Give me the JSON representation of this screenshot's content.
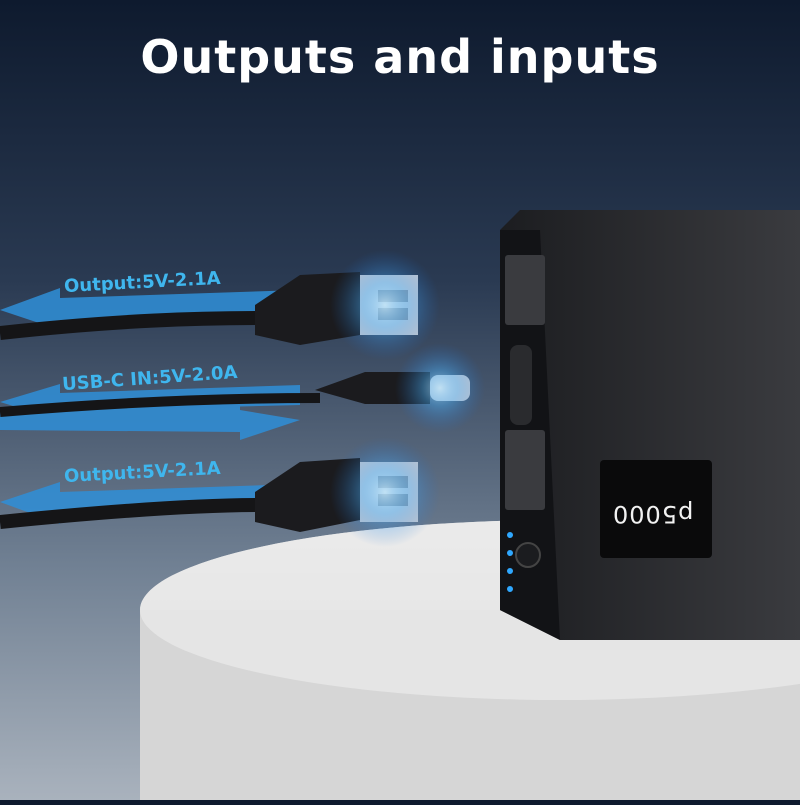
{
  "title": "Outputs and inputs",
  "labels": {
    "output_top": "Output:5V-2.1A",
    "usbc_in": "USB-C IN:5V-2.0A",
    "output_bottom": "Output:5V-2.1A"
  },
  "device": {
    "brand": "p5000"
  },
  "colors": {
    "accent": "#3fb6ee",
    "arrow": "#2f8fd8",
    "device_body": "#2a2b2e",
    "pedestal": "#dcdcdc"
  }
}
